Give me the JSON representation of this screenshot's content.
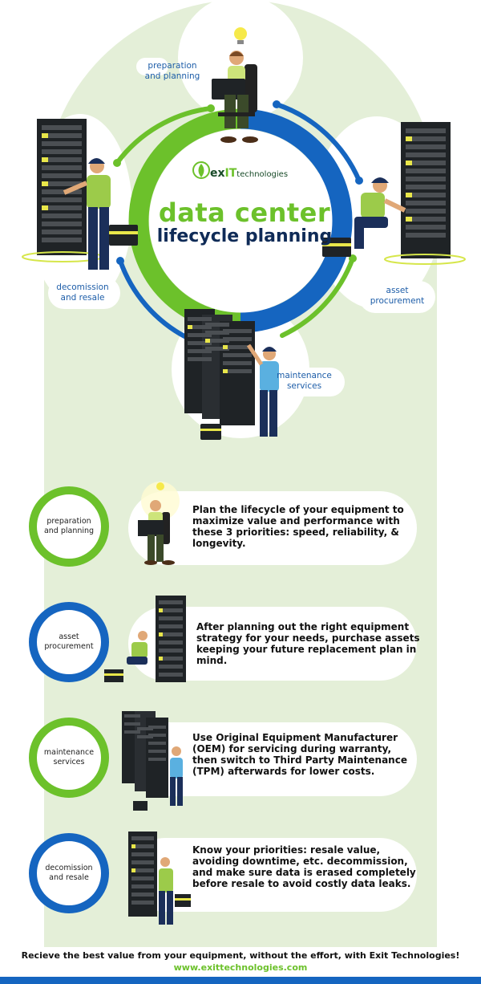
{
  "brand": {
    "ex": "ex",
    "it": "IT",
    "tech": "technologies"
  },
  "title": {
    "line1": "data center",
    "line2": "lifecycle planning"
  },
  "cycle_labels": {
    "preparation": "preparation\nand planning",
    "procurement": "asset\nprocurement",
    "maintenance": "maintenance\nservices",
    "decommission": "decomission\nand resale"
  },
  "steps": [
    {
      "label": "preparation\nand planning",
      "ring": "green",
      "text": "Plan the lifecycle of your equipment to maximize value and performance with these 3 priorities: speed, reliability, & longevity."
    },
    {
      "label": "asset\nprocurement",
      "ring": "blue",
      "text": "After planning out the right equipment strategy for your needs, purchase assets keeping your future replacement plan in mind."
    },
    {
      "label": "maintenance\nservices",
      "ring": "green",
      "text": "Use Original Equipment Manufacturer (OEM) for servicing during warranty, then switch to Third Party Maintenance (TPM) afterwards for lower costs."
    },
    {
      "label": "decomission\nand resale",
      "ring": "blue",
      "text": "Know your priorities: resale value, avoiding downtime, etc. decommission, and make sure data is erased completely before resale to avoid costly data leaks."
    }
  ],
  "footer": {
    "text": "Recieve the best value from your equipment, without the effort, with Exit Technologies!",
    "url": "www.exittechnologies.com"
  },
  "colors": {
    "green": "#6cc12b",
    "blue": "#1565c0",
    "navy": "#0f2b57",
    "panel": "#e4efd8"
  },
  "icons": [
    "lightbulb-icon",
    "leaf-icon",
    "server-rack-icon",
    "briefcase-icon",
    "technician-icon"
  ]
}
